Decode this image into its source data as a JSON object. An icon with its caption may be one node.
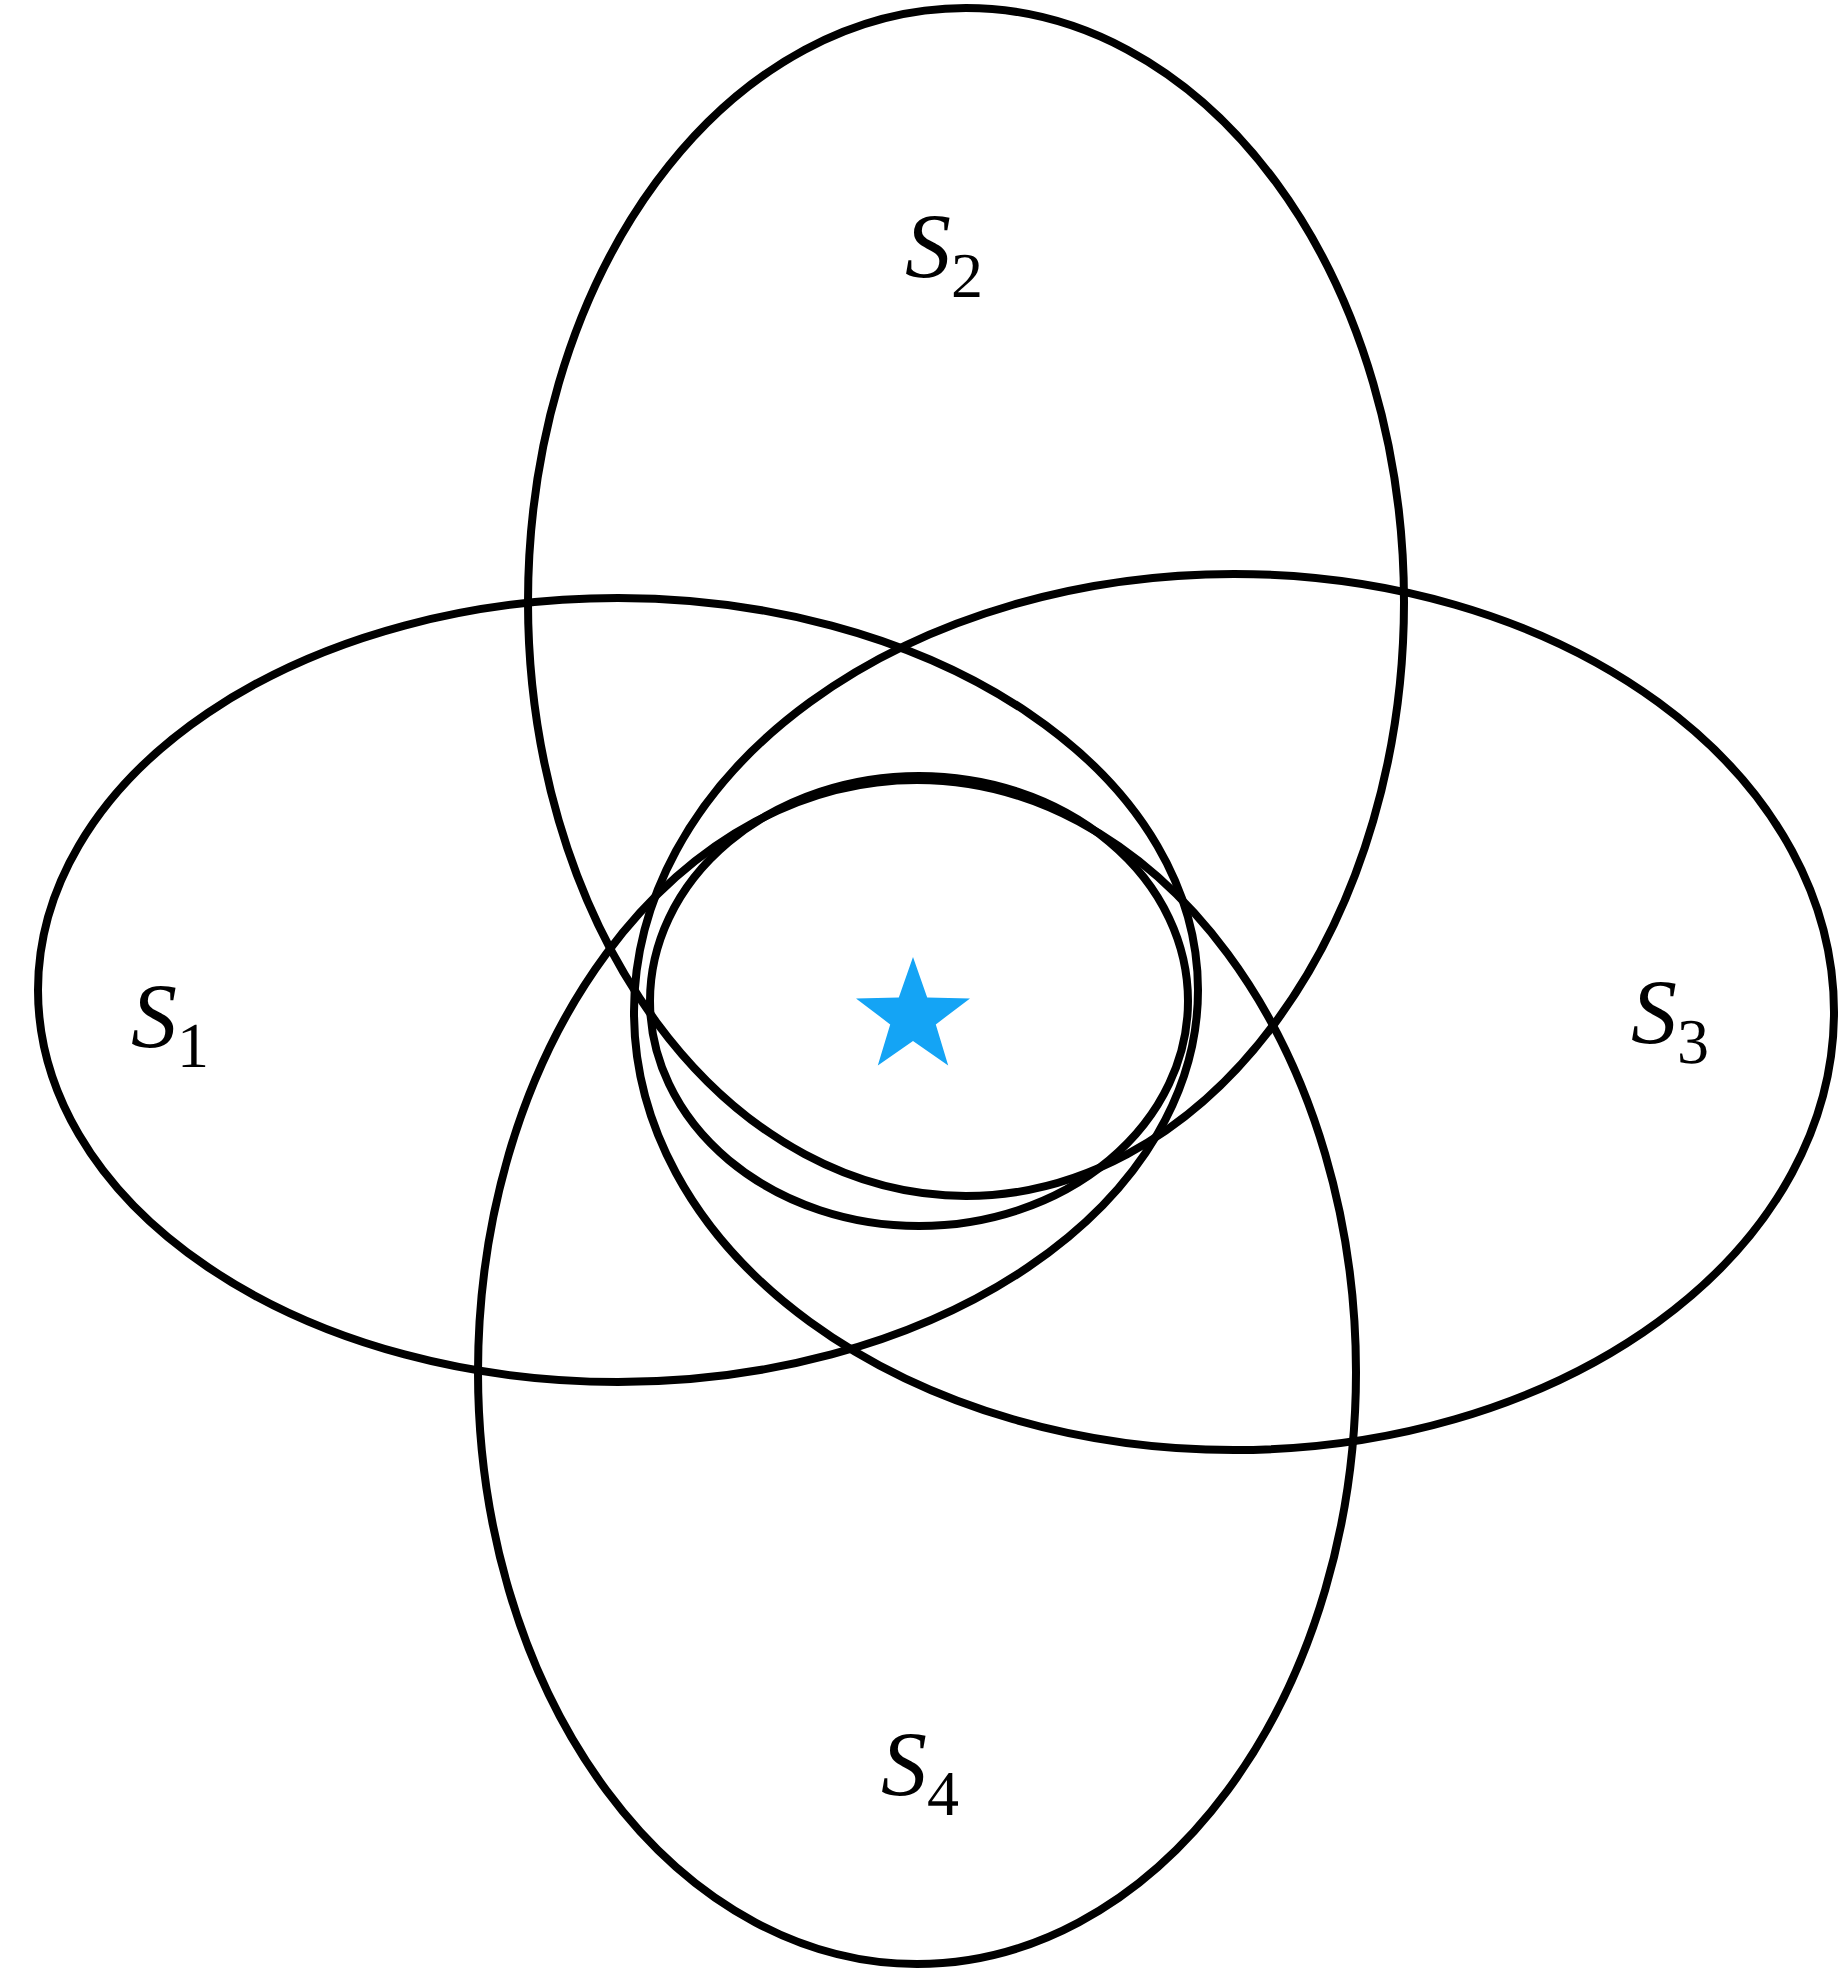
{
  "diagram": {
    "nodes": [
      {
        "text": [
          "S$_{1}$"
        ]
      },
      {
        "text": [
          "S$_{2}$"
        ]
      },
      {
        "text": [
          "S$_{3}$"
        ]
      },
      {
        "text": [
          "S$_{4}$"
        ]
      },
      {
        "text": [],
        "shape": "circle"
      }
    ]
  }
}
